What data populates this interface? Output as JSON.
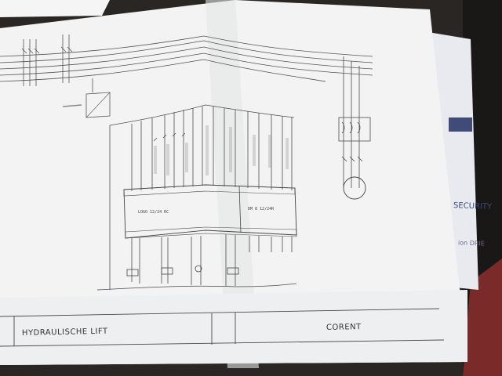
{
  "scene": "photo-electrical-schematic",
  "colors": {
    "background": "#2a2624",
    "paper": "#f2f3f2",
    "paper_shadow": "#d9dbdc",
    "ink": "#3a3a3a",
    "accent_red": "#7b2a2a",
    "side_paper": "#eceef2"
  },
  "title_block": {
    "title": "HYDRAULISCHE LIFT",
    "company": "CORENT"
  },
  "plc": {
    "left_module": "LOGO 12/24 RC",
    "right_module": "DM 8 12/24R"
  },
  "side_document": {
    "text_a": "SECURITY",
    "text_b": "ion DRIE"
  },
  "icons": {
    "motor": "motor-symbol-icon",
    "contactor": "contactor-symbol-icon",
    "lamp": "lamp-symbol-icon"
  }
}
